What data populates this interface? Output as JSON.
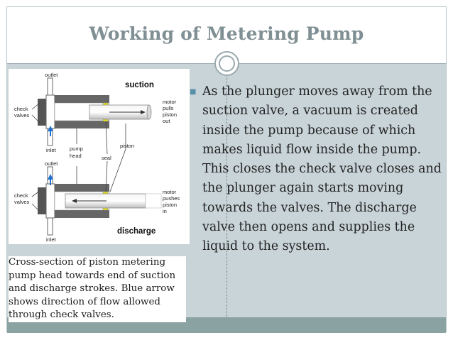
{
  "slide": {
    "title": "Working of Metering Pump",
    "bullet": "As the plunger moves away from the suction valve, a vacuum is created inside the pump because of which makes liquid flow inside the pump. This closes the check valve closes and the plunger again starts moving towards the valves. The discharge valve then opens and supplies the liquid to the system.",
    "caption": "Cross-section of piston metering pump head towards end of suction and discharge strokes. Blue arrow shows direction of flow allowed through check valves."
  },
  "diagram": {
    "top_heading": "suction",
    "bottom_heading": "discharge",
    "outlet_top": "outlet",
    "inlet_top": "inlet",
    "outlet_bottom": "outlet",
    "inlet_bottom": "inlet",
    "check_valves_top_1": "check",
    "check_valves_top_2": "valves",
    "check_valves_bottom_1": "check",
    "check_valves_bottom_2": "valves",
    "pump_head_1": "pump",
    "pump_head_2": "head",
    "seal": "seal",
    "piston": "piston",
    "motor_top_1": "motor",
    "motor_top_2": "pulls",
    "motor_top_3": "piston",
    "motor_top_4": "out",
    "motor_bottom_1": "motor",
    "motor_bottom_2": "pushes",
    "motor_bottom_3": "piston",
    "motor_bottom_4": "in"
  },
  "colors": {
    "title": "#7f8f93",
    "content_bg": "#c9d4d8",
    "bottom_bar": "#8aa3a2",
    "bullet": "#5a8fa8",
    "arrow_blue": "#1f6fd1",
    "seal_yellow": "#e6e01e"
  },
  "icons": {
    "bullet": "square-bullet-icon",
    "ornament": "circle-ornament-icon"
  }
}
